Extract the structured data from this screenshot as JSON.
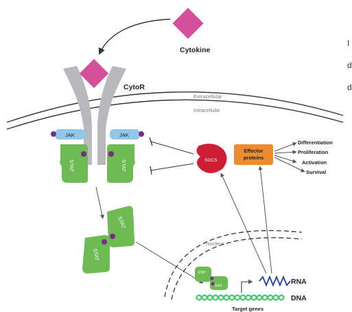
{
  "labels": {
    "cytokine": "Cytokine",
    "receptor": "CytoR",
    "extracellular": "Extracellular",
    "intracellular": "Intracellular",
    "jak_left": "JAK",
    "jak_right": "JAK",
    "stat_left": "STAT",
    "stat_right": "STAT",
    "socs": "SOCS",
    "effector": "Effector proteins",
    "nucleus": "Nucleus",
    "stat_dimer_top": "STAT",
    "stat_dimer_bottom": "STAT",
    "small_stat": "STAT",
    "gas": "GAS",
    "rna": "RNA",
    "dna": "DNA",
    "target_genes": "Target genes"
  },
  "outcomes": [
    "Differentiation",
    "Proliferation",
    "Activation",
    "Survival"
  ],
  "side_text": [
    "I",
    "d",
    "d"
  ],
  "colors": {
    "cytokine": "#d4509b",
    "receptor": "#b8b9bc",
    "jak": "#8fc8e8",
    "stat": "#6dbb52",
    "phospho": "#7b2a85",
    "socs": "#cc1f36",
    "effector": "#ec8d2b",
    "dna": "#3ec96e",
    "rna": "#1f3fa6",
    "membrane": "#333333"
  }
}
